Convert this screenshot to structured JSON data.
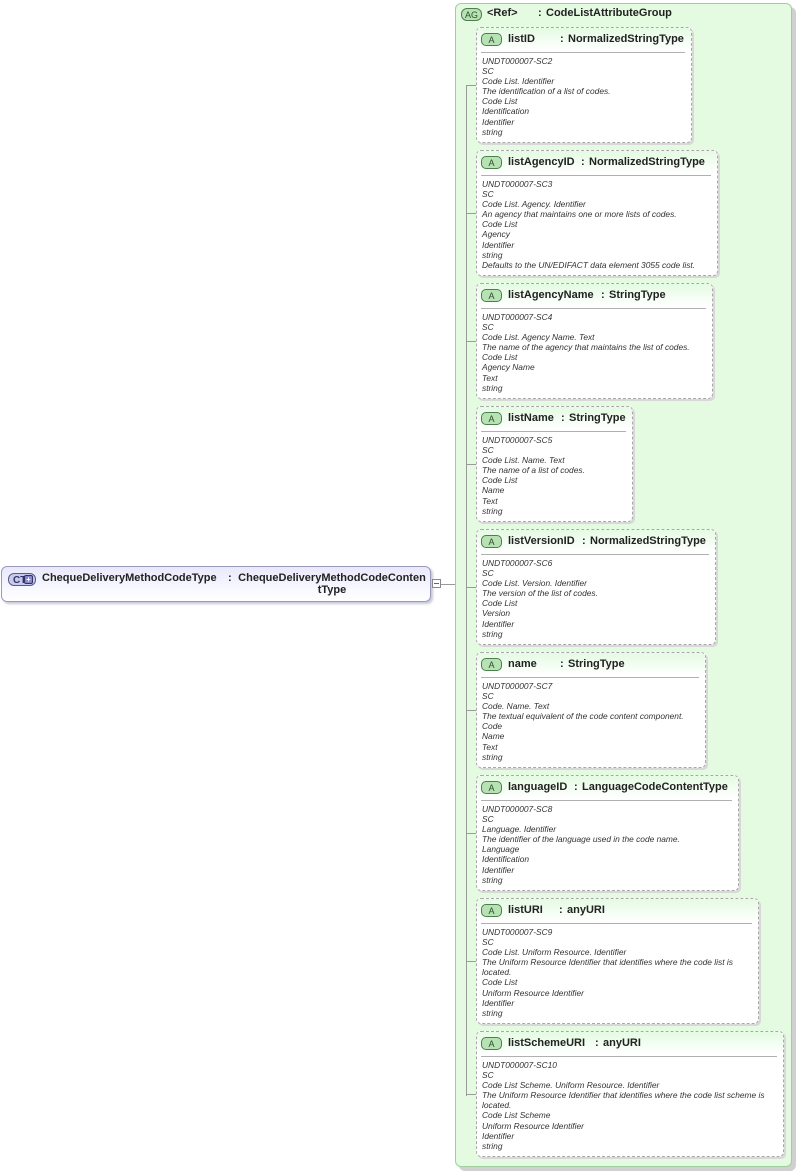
{
  "complex_type": {
    "badge": "CT",
    "name": "ChequeDeliveryMethodCodeType",
    "colon": ":",
    "type": "ChequeDeliveryMethodCodeContentType"
  },
  "attribute_group": {
    "badge": "AG",
    "ref": "<Ref>",
    "colon": ":",
    "type": "CodeListAttributeGroup"
  },
  "attributes": [
    {
      "badge": "A",
      "name": "listID",
      "colon": ":",
      "type": "NormalizedStringType",
      "lines": [
        "UNDT000007-SC2",
        "SC",
        "Code List. Identifier",
        "The identification of a list of codes.",
        "Code List",
        "Identification",
        "Identifier",
        "string"
      ]
    },
    {
      "badge": "A",
      "name": "listAgencyID",
      "colon": ":",
      "type": "NormalizedStringType",
      "lines": [
        "UNDT000007-SC3",
        "SC",
        "Code List. Agency. Identifier",
        "An agency that maintains one or more lists of codes.",
        "Code List",
        "Agency",
        "Identifier",
        "string",
        "Defaults to the UN/EDIFACT data element 3055 code list."
      ]
    },
    {
      "badge": "A",
      "name": "listAgencyName",
      "colon": ":",
      "type": "StringType",
      "lines": [
        "UNDT000007-SC4",
        "SC",
        "Code List. Agency Name. Text",
        "The name of the agency that maintains the list of codes.",
        "Code List",
        "Agency Name",
        "Text",
        "string"
      ]
    },
    {
      "badge": "A",
      "name": "listName",
      "colon": ":",
      "type": "StringType",
      "lines": [
        "UNDT000007-SC5",
        "SC",
        "Code List. Name. Text",
        "The name of a list of codes.",
        "Code List",
        "Name",
        "Text",
        "string"
      ]
    },
    {
      "badge": "A",
      "name": "listVersionID",
      "colon": ":",
      "type": "NormalizedStringType",
      "lines": [
        "UNDT000007-SC6",
        "SC",
        "Code List. Version. Identifier",
        "The version of the list of codes.",
        "Code List",
        "Version",
        "Identifier",
        "string"
      ]
    },
    {
      "badge": "A",
      "name": "name",
      "colon": ":",
      "type": "StringType",
      "lines": [
        "UNDT000007-SC7",
        "SC",
        "Code. Name. Text",
        "The textual equivalent of the code content component.",
        "Code",
        "Name",
        "Text",
        "string"
      ]
    },
    {
      "badge": "A",
      "name": "languageID",
      "colon": ":",
      "type": "LanguageCodeContentType",
      "lines": [
        "UNDT000007-SC8",
        "SC",
        "Language. Identifier",
        "The identifier of the language used in the code name.",
        "Language",
        "Identification",
        "Identifier",
        "string"
      ]
    },
    {
      "badge": "A",
      "name": "listURI",
      "colon": ":",
      "type": "anyURI",
      "lines": [
        "UNDT000007-SC9",
        "SC",
        "Code List. Uniform Resource. Identifier",
        "The Uniform Resource Identifier that identifies where the code list is located.",
        "Code List",
        "Uniform Resource Identifier",
        "Identifier",
        "string"
      ]
    },
    {
      "badge": "A",
      "name": "listSchemeURI",
      "colon": ":",
      "type": "anyURI",
      "lines": [
        "UNDT000007-SC10",
        "SC",
        "Code List Scheme. Uniform Resource. Identifier",
        "The Uniform Resource Identifier that identifies where the code list scheme is located.",
        "Code List Scheme",
        "Uniform Resource Identifier",
        "Identifier",
        "string"
      ]
    }
  ]
}
